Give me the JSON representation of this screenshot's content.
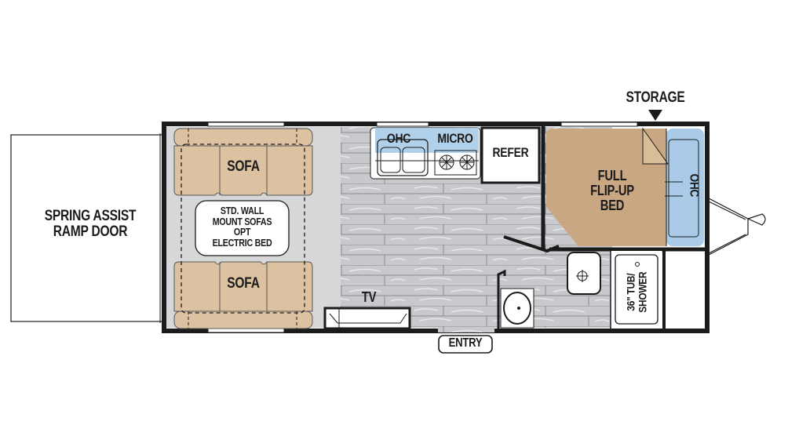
{
  "floorplan": {
    "ramp_door": {
      "line1": "SPRING ASSIST",
      "line2": "RAMP DOOR"
    },
    "sofa_top": "SOFA",
    "sofa_bottom": "SOFA",
    "bed_note": {
      "line1": "STD. WALL",
      "line2": "MOUNT SOFAS",
      "line3": "OPT",
      "line4": "ELECTRIC BED"
    },
    "kitchen": {
      "ohc": "OHC",
      "micro": "MICRO",
      "refer": "REFER"
    },
    "bedroom": {
      "line1": "FULL",
      "line2": "FLIP-UP",
      "line3": "BED",
      "ohc": "OHC"
    },
    "storage": "STORAGE",
    "tv": "TV",
    "entry": "ENTRY",
    "shower": {
      "line1": "36\" TUB/",
      "line2": "SHOWER"
    }
  },
  "colors": {
    "wall": "#1b1b1b",
    "sofa": "#dcc2a0",
    "bed": "#c9a783",
    "cabinet_blue": "#a9cbe8",
    "floor_gray": "#d6d7d9",
    "wood_floor": "#c4c6c9"
  }
}
